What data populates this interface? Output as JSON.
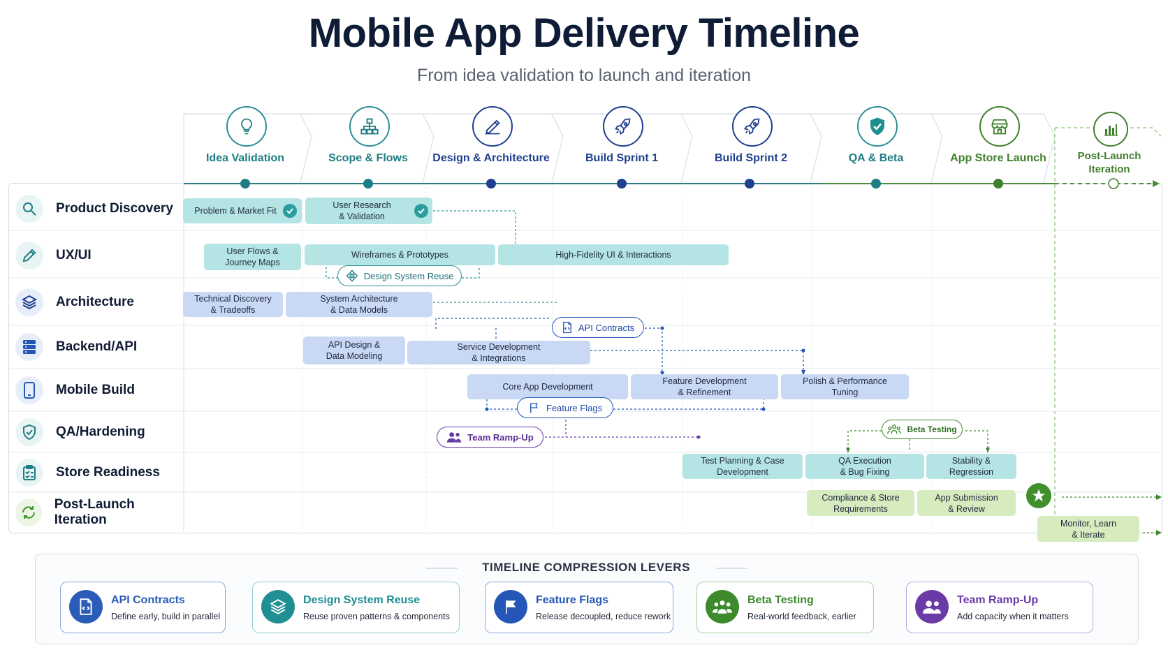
{
  "title": "Mobile App Delivery Timeline",
  "subtitle": "From idea validation to launch and iteration",
  "phases": [
    {
      "label": "Idea Validation",
      "icon": "lightbulb-icon",
      "color": "#1e7d84"
    },
    {
      "label": "Scope & Flows",
      "icon": "flowchart-icon",
      "color": "#1e7d84"
    },
    {
      "label": "Design & Architecture",
      "icon": "design-pencil-icon",
      "color": "#1f3f8f"
    },
    {
      "label": "Build Sprint 1",
      "icon": "rocket-icon",
      "color": "#1f3f8f"
    },
    {
      "label": "Build Sprint 2",
      "icon": "rocket-icon",
      "color": "#1f3f8f"
    },
    {
      "label": "QA & Beta",
      "icon": "shield-check-icon",
      "color": "#1e7d84"
    },
    {
      "label": "App Store Launch",
      "icon": "storefront-icon",
      "color": "#3f7f2c"
    },
    {
      "label": "Post-Launch Iteration",
      "icon": "bar-chart-icon",
      "color": "#3f7f2c"
    }
  ],
  "rows": [
    {
      "label": "Product Discovery",
      "icon": "search-icon"
    },
    {
      "label": "UX/UI",
      "icon": "pencil-icon"
    },
    {
      "label": "Architecture",
      "icon": "layers-icon"
    },
    {
      "label": "Backend/API",
      "icon": "server-icon"
    },
    {
      "label": "Mobile Build",
      "icon": "smartphone-icon"
    },
    {
      "label": "QA/Hardening",
      "icon": "shield-check-icon"
    },
    {
      "label": "Store Readiness",
      "icon": "clipboard-check-icon"
    },
    {
      "label": "Post-Launch Iteration",
      "icon": "refresh-icon"
    }
  ],
  "tasks": {
    "problem_market_fit": "Problem & Market Fit",
    "user_research": "User Research\n& Validation",
    "user_flows": "User Flows &\nJourney Maps",
    "wireframes": "Wireframes & Prototypes",
    "hifi_ui": "High-Fidelity UI & Interactions",
    "tech_discovery": "Technical Discovery\n& Tradeoffs",
    "system_architecture": "System Architecture\n& Data Models",
    "api_design": "API Design &\nData Modeling",
    "service_dev": "Service Development\n& Integrations",
    "core_app": "Core App Development",
    "feature_dev": "Feature Development\n& Refinement",
    "polish": "Polish & Performance\nTuning",
    "test_planning": "Test Planning & Case\nDevelopment",
    "qa_execution": "QA Execution\n& Bug Fixing",
    "stability": "Stability &\nRegression",
    "compliance": "Compliance & Store\nRequirements",
    "app_submission": "App Submission\n& Review",
    "monitor": "Monitor, Learn\n& Iterate"
  },
  "callouts": {
    "design_system_reuse": "Design System Reuse",
    "api_contracts": "API Contracts",
    "feature_flags": "Feature Flags",
    "team_ramp_up": "Team Ramp-Up",
    "beta_testing": "Beta Testing"
  },
  "levers": {
    "title": "TIMELINE COMPRESSION LEVERS",
    "items": [
      {
        "title": "API Contracts",
        "desc": "Define early, build in parallel",
        "icon": "document-code-icon",
        "color": "#2a5cb8"
      },
      {
        "title": "Design System Reuse",
        "desc": "Reuse proven patterns & components",
        "icon": "layers-icon",
        "color": "#1f8f93"
      },
      {
        "title": "Feature Flags",
        "desc": "Release decoupled, reduce rework",
        "icon": "flag-icon",
        "color": "#2456b8"
      },
      {
        "title": "Beta Testing",
        "desc": "Real-world feedback, earlier",
        "icon": "group-icon",
        "color": "#3d8a2c"
      },
      {
        "title": "Team Ramp-Up",
        "desc": "Add capacity when it matters",
        "icon": "people-icon",
        "color": "#6a3aa6"
      }
    ]
  },
  "colors": {
    "teal": "#2a8f95",
    "navy": "#1f3f8f",
    "green": "#3f7f2c",
    "purple": "#6a3aa6"
  }
}
